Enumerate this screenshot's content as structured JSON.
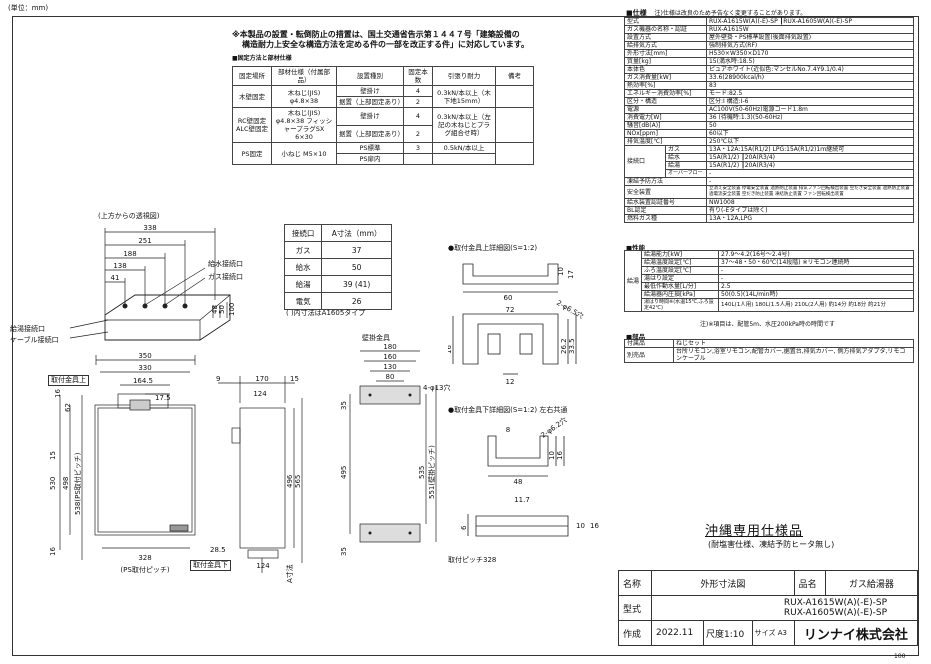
{
  "unit_label": "(単位：mm)",
  "notice_line1": "※本製品の設置・転倒防止の措置は、国土交通省告示第１４４７号「建築設備の",
  "notice_line2": "構造耐力上安全な構造方法を定める件の一部を改正する件」に対応しています。",
  "fixing": {
    "title": "■固定方法と部材仕様",
    "headers": [
      "固定場所",
      "部材仕様（付属部品）",
      "設置種別",
      "固定本数",
      "引張り耐力",
      "備考"
    ],
    "rows": [
      {
        "place": "木壁固定",
        "spec": "木ねじ(JIS) φ4.8×38",
        "type1": "壁掛け",
        "n1": "4",
        "type2": "据置（上部固定あり）",
        "n2": "2",
        "strength": "0.3kN/本以上（木下地15mm）"
      },
      {
        "place": "RC壁固定 ALC壁固定",
        "spec": "木ねじ(JIS) φ4.8×38 フィッシャープラグSX 6×30",
        "type1": "壁掛け",
        "n1": "4",
        "type2": "据置（上部固定あり）",
        "n2": "2",
        "strength": "0.3kN/本以上（左記の木ねじとプラグ組合せ時）"
      },
      {
        "place": "PS固定",
        "spec": "小ねじ M5×10",
        "type1": "PS標準",
        "n1": "3",
        "type2": "PS扉内",
        "n2": "",
        "strength": "0.5kN/本以上"
      }
    ]
  },
  "persp": {
    "title": "(上方からの透視図)",
    "dims": [
      "338",
      "251",
      "188",
      "138",
      "41",
      "48",
      "50",
      "100"
    ],
    "labels": {
      "water": "給水接続口",
      "gas": "ガス接続口",
      "hot": "給湯接続口",
      "cable": "ケーブル接続口"
    }
  },
  "connection": {
    "headers": [
      "接続口",
      "A寸法（mm）"
    ],
    "rows": [
      [
        "ガス",
        "37"
      ],
      [
        "給水",
        "50"
      ],
      [
        "給湯",
        "39 (41)"
      ],
      [
        "電気",
        "26"
      ]
    ],
    "note": "( )内寸法はA1605タイプ"
  },
  "front": {
    "dims": [
      "350",
      "330",
      "164.5",
      "17.5",
      "16",
      "62",
      "15",
      "530",
      "498",
      "538(PS取付ピッチ)",
      "16",
      "328",
      "(PS取付ピッチ)"
    ],
    "label_top": "取付金具上",
    "label_bottom": "取付金具下"
  },
  "side": {
    "dims": [
      "9",
      "170",
      "15",
      "124",
      "496",
      "565",
      "28.5",
      "124",
      "A寸法"
    ]
  },
  "wall_bracket": {
    "title": "壁掛金具",
    "dims": [
      "180",
      "160",
      "130",
      "80",
      "4-φ13穴",
      "495",
      "535",
      "551(壁掛ピッチ)",
      "35",
      "35"
    ],
    "pitch": "取付ピッチ328"
  },
  "detail_top": {
    "title": "●取付金具上詳細図(S=1:2)",
    "dims": [
      "60",
      "10",
      "17",
      "2-φ6.5穴",
      "72",
      "16",
      "26.2",
      "33.5",
      "12"
    ]
  },
  "detail_bottom": {
    "title": "●取付金具下詳細図(S=1:2) 左右共通",
    "dims": [
      "8",
      "2-φ6.2穴",
      "10",
      "16",
      "48",
      "11.7",
      "6",
      "10",
      "16"
    ]
  },
  "spec": {
    "title": "■仕様",
    "title_note": "注)仕様は改良のため予告なく変更することがあります。",
    "rows": [
      [
        "型式",
        "RUX-A1615W(A)(-E)-SP ┃RUX-A1605W(A)(-E)-SP"
      ],
      [
        "ガス機器の名称・認証",
        "RUX-A1615W"
      ],
      [
        "設置方式",
        "屋外壁掛・PS標準設置(後面排気設置)"
      ],
      [
        "給排気方式",
        "強制排気方式(RF)"
      ],
      [
        "外形寸法[mm]",
        "H530×W350×D170"
      ],
      [
        "質量[kg]",
        "15(満水時:18.5)"
      ],
      [
        "本体色",
        "ピュアホワイト(近似色:マンセルNo.7.4Y9.1/0.4)"
      ],
      [
        "ガス消費量[kW]",
        "33.6(28900kcal/h)"
      ],
      [
        "熱効率[%]",
        "83"
      ],
      [
        "エネルギー消費効率[%]",
        "モード:82.5"
      ],
      [
        "区分・構造",
        "区分:Ⅰ 構造:Ⅰ-6"
      ],
      [
        "電源",
        "AC100V(50-60Hz)電源コード1.8m"
      ],
      [
        "消費電力[W]",
        "36 (待機時:1.3)(50-60Hz)"
      ],
      [
        "騒音[dB(A)]",
        "50"
      ],
      [
        "NOx[ppm]",
        "60以下"
      ],
      [
        "排気温度[℃]",
        "250℃以下"
      ]
    ],
    "conn_label": "接続口",
    "conn_rows": [
      [
        "ガス",
        "13A・12A:15A(R1/2) LPG:15A(R1/2)1ｍ継続可"
      ],
      [
        "給水",
        "15A(R1/2) ┃20A(R3/4)"
      ],
      [
        "給湯",
        "15A(R1/2) ┃20A(R3/4)"
      ],
      [
        "オーバーフロー",
        "-"
      ]
    ],
    "rows2": [
      [
        "凍結予防方法",
        "-"
      ],
      [
        "安全装置",
        "立消え安全装置 停電安全装置 過熱防止装置 排気ファン回転検出装置 空だき安全装置 過熱防止装置 過電流安全装置 空だき防止装置 凍結防止装置 ファン回転検出装置"
      ],
      [
        "給水装置認証番号",
        "NW1008"
      ],
      [
        "BL認定",
        "有り(-Eタイプは除く)"
      ],
      [
        "燃料ガス種",
        "13A・12A,LPG"
      ]
    ]
  },
  "perf": {
    "title": "■性能",
    "side_label": "給湯",
    "rows": [
      [
        "給湯能力[kW]",
        "27.9～4.2(16号～2.4号)"
      ],
      [
        "給湯温度設定[℃]",
        "37～48・50・60℃(14段階) ※リモコン連続時"
      ],
      [
        "ふろ温度設定[℃]",
        "-"
      ],
      [
        "湯はり設定",
        "-"
      ],
      [
        "最低作動水量[L/分]",
        "2.5"
      ],
      [
        "給湯器内圧損[kPa]",
        "50(0.5)(14L/min時)"
      ],
      [
        "湯はり時間※(水温15℃,ふろ設定42℃)",
        "140L(1人用) 180L(1.5人用) 210L(2人用) 約14分 約18分 約21分"
      ]
    ],
    "footnote": "注)※項目は、配管5m、水圧200kPa時の時間です"
  },
  "acc": {
    "title": "■部品",
    "rows": [
      [
        "付属品",
        "ねじセット"
      ],
      [
        "別売品",
        "台所リモコン,浴室リモコン,配管カバー,据置台,排気カバー, 側方排気アダプタ,リモコンケーブル"
      ]
    ]
  },
  "okinawa_title": "沖縄専用仕様品",
  "okinawa_sub": "(耐塩害仕様、凍結予防ヒータ無し)",
  "title_block": {
    "name_label": "名称",
    "name_value": "外形寸法図",
    "item_label": "品名",
    "item_value": "ガス給湯器",
    "model_label": "型式",
    "model_1": "RUX-A1615W(A)(-E)-SP",
    "model_2": "RUX-A1605W(A)(-E)-SP",
    "made_label": "作成",
    "date": "2022.11",
    "scale_label": "尺度",
    "scale": "1:10",
    "size_label": "サイズ",
    "size": "A3",
    "company": "リンナイ株式会社"
  },
  "page_no": "100"
}
